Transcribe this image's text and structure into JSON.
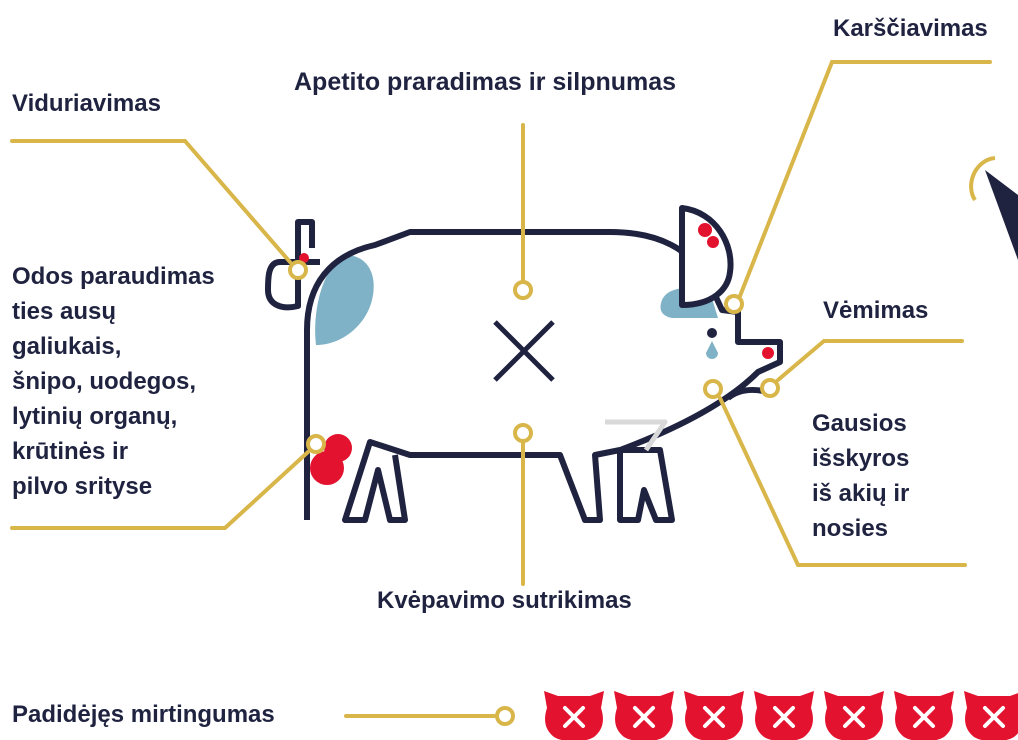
{
  "labels": {
    "diarrhea": "Viduriavimas",
    "appetite_loss": "Apetito praradimas ir silpnumas",
    "fever": "Karščiavimas",
    "vomiting": "Vėmimas",
    "skin_redness": [
      "Odos paraudimas",
      "ties ausų",
      "galiukais,",
      "šnipo, uodegos,",
      "lytinių organų,",
      "krūtinės ir",
      "pilvo srityse"
    ],
    "discharge": [
      "Gausios",
      "išskyros",
      "iš akių ir",
      "nosies"
    ],
    "breathing": "Kvėpavimo sutrikimas",
    "mortality": "Padidėjęs mirtingumas"
  },
  "mortality_icon_count": 7,
  "colors": {
    "outline": "#1f2340",
    "leader": "#d9b64a",
    "red": "#e3122f",
    "blue": "#7fb2c7",
    "text": "#1f2340"
  },
  "icons": {
    "pig": "pig-illustration",
    "dead_pig": "dead-pig-icon",
    "x_mark": "x-mark-icon"
  }
}
